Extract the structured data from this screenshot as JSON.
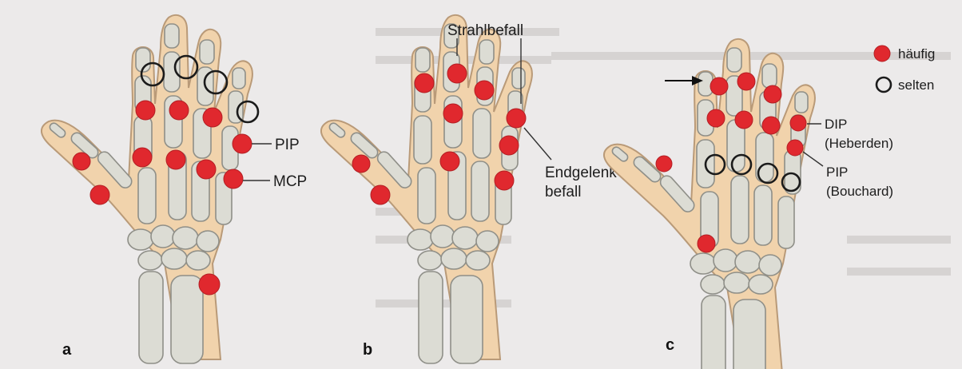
{
  "panels": [
    {
      "letter": "a",
      "labels": {
        "pip": "PIP",
        "mcp": "MCP"
      }
    },
    {
      "letter": "b",
      "labels": {
        "strahl": "Strahlbefall",
        "endgelenk_1": "Endgelenk-",
        "endgelenk_2": "befall"
      }
    },
    {
      "letter": "c",
      "labels": {
        "dip_1": "DIP",
        "dip_2": "(Heberden)",
        "pip_1": "PIP",
        "pip_2": "(Bouchard)"
      }
    }
  ],
  "legend": {
    "haeufig": "häufig",
    "selten": "selten"
  },
  "colors": {
    "dot": "#e0282e",
    "skin": "#f1d3ac",
    "bone": "#dcdcd4",
    "ring": "#1b1b1b"
  }
}
